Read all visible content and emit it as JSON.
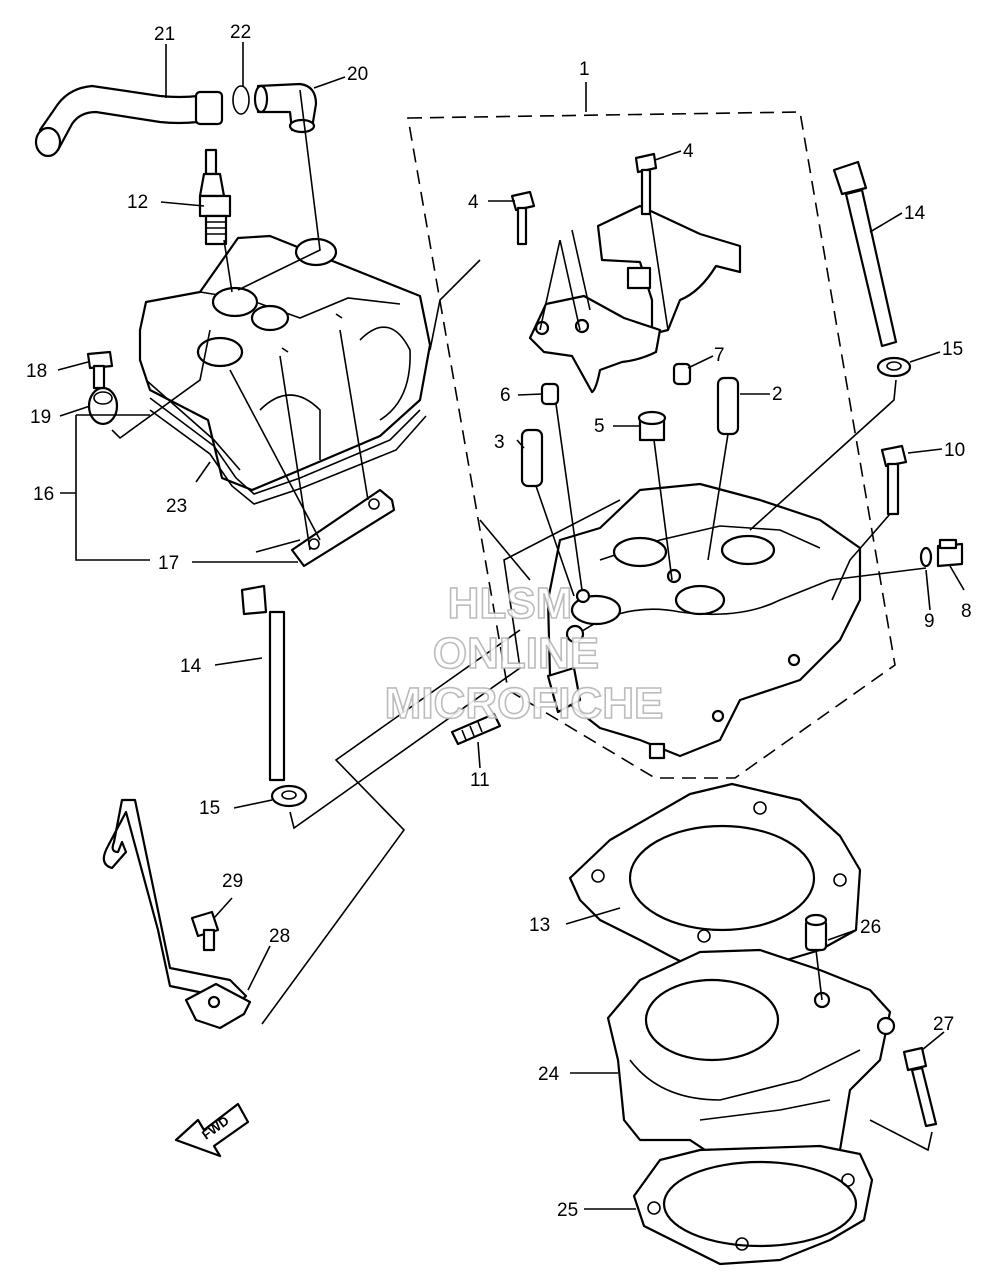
{
  "callouts": [
    {
      "id": "c1",
      "text": "1"
    },
    {
      "id": "c2",
      "text": "2"
    },
    {
      "id": "c3",
      "text": "3"
    },
    {
      "id": "c4a",
      "text": "4"
    },
    {
      "id": "c4b",
      "text": "4"
    },
    {
      "id": "c5",
      "text": "5"
    },
    {
      "id": "c6",
      "text": "6"
    },
    {
      "id": "c7",
      "text": "7"
    },
    {
      "id": "c8",
      "text": "8"
    },
    {
      "id": "c9",
      "text": "9"
    },
    {
      "id": "c10",
      "text": "10"
    },
    {
      "id": "c11",
      "text": "11"
    },
    {
      "id": "c12",
      "text": "12"
    },
    {
      "id": "c13",
      "text": "13"
    },
    {
      "id": "c14a",
      "text": "14"
    },
    {
      "id": "c14b",
      "text": "14"
    },
    {
      "id": "c15a",
      "text": "15"
    },
    {
      "id": "c15b",
      "text": "15"
    },
    {
      "id": "c16",
      "text": "16"
    },
    {
      "id": "c17",
      "text": "17"
    },
    {
      "id": "c18",
      "text": "18"
    },
    {
      "id": "c19",
      "text": "19"
    },
    {
      "id": "c20",
      "text": "20"
    },
    {
      "id": "c21",
      "text": "21"
    },
    {
      "id": "c22",
      "text": "22"
    },
    {
      "id": "c23",
      "text": "23"
    },
    {
      "id": "c24",
      "text": "24"
    },
    {
      "id": "c25",
      "text": "25"
    },
    {
      "id": "c26",
      "text": "26"
    },
    {
      "id": "c27",
      "text": "27"
    },
    {
      "id": "c28",
      "text": "28"
    },
    {
      "id": "c29",
      "text": "29"
    }
  ],
  "watermark": {
    "line1": "HLSM",
    "line2": "ONLINE",
    "line3": "MICROFICHE"
  },
  "fwd_label": "FWD"
}
